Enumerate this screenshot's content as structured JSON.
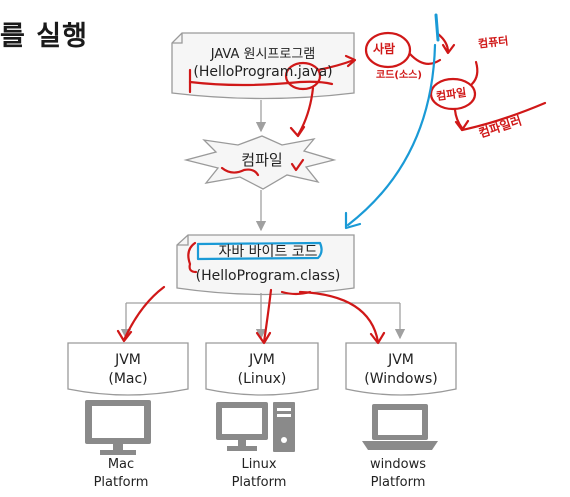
{
  "heading_fragment": "를 실행",
  "source_doc": {
    "line1": "JAVA 원시프로그램",
    "line2": "(HelloProgram.java)"
  },
  "compile_step": "컴파일",
  "bytecode": {
    "line1": "자바 바이트 코드",
    "line2": "(HelloProgram.class)"
  },
  "jvms": [
    {
      "line1": "JVM",
      "line2": "(Mac)"
    },
    {
      "line1": "JVM",
      "line2": "(Linux)"
    },
    {
      "line1": "JVM",
      "line2": "(Windows)"
    }
  ],
  "platforms": [
    {
      "line1": "Mac",
      "line2": "Platform",
      "icon": "monitor-icon"
    },
    {
      "line1": "Linux",
      "line2": "Platform",
      "icon": "desktop-tower-icon"
    },
    {
      "line1": "windows",
      "line2": "Platform",
      "icon": "laptop-icon"
    }
  ],
  "handwritten": {
    "person": "사람",
    "code_human": "코드(소스)",
    "computer": "컴퓨터",
    "compile": "컴파일",
    "compiler": "컴파일러"
  },
  "colors": {
    "box_stroke": "#9a9a9a",
    "box_fill": "#f6f6f6",
    "ink_red": "#d01818",
    "ink_blue": "#1a9ad6",
    "icon_gray": "#8a8a8a"
  }
}
